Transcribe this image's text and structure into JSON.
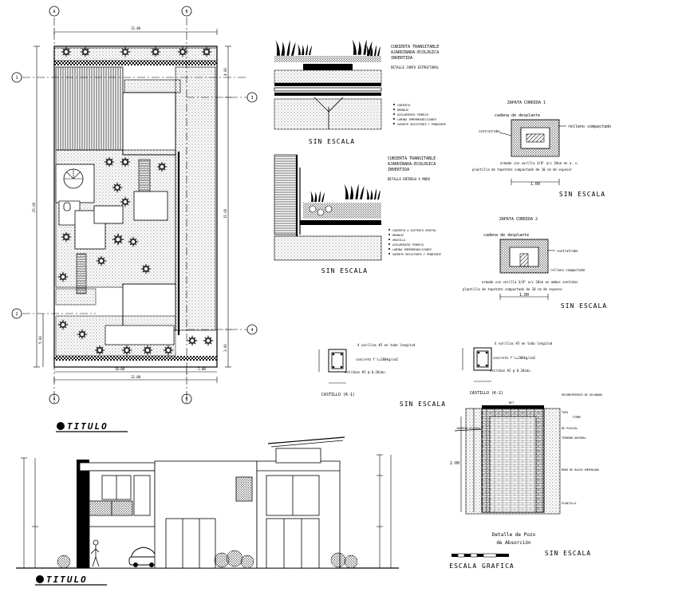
{
  "plan": {
    "axes": {
      "col_a": "A",
      "col_b": "B",
      "row_1": "1",
      "row_2": "2",
      "row_3": "3",
      "row_4": "4"
    },
    "dims": {
      "top_total": "12.00",
      "bottom_total": "12.00",
      "bottom_left": "10.00",
      "bottom_right": "2.00",
      "left_total": "25.00",
      "left_bottom": "5.00",
      "right_top": "4.00",
      "right_mid": "15.00",
      "right_bottom": "3.00"
    }
  },
  "detail_cubierta_1": {
    "title": "CUBIERTA TRANSITABLE",
    "subtitle": "AJARDINADA-ECOLOGICA",
    "subtitle2": "INVERTIDA",
    "note": "DETALLE JUNTA ESTRUCTURAL",
    "legend": [
      "CUBIERTA",
      "DRENAJE",
      "AISLAMIENTO TERMICO",
      "LAMINA IMPERMEABILIZANTE",
      "SOPORTE RESISTENTE Y PENDIENTE"
    ],
    "scale": "SIN ESCALA"
  },
  "detail_cubierta_2": {
    "title": "CUBIERTA TRANSITABLE",
    "subtitle": "AJARDINADA-ECOLOGICA",
    "subtitle2": "INVERTIDA",
    "note": "DETALLE ENTREGA A MURO",
    "legend": [
      "CUBIERTA & SUSTRATO VEGETAL",
      "DRENAJE",
      "GRAVILLA",
      "AISLAMIENTO TERMICO",
      "LAMINA IMPERMEABILIZANTE",
      "SOPORTE RESISTENTE Y PENDIENTE"
    ],
    "scale": "SIN ESCALA"
  },
  "zapata_1": {
    "title": "ZAPATA CORRIDA 1",
    "cadena": "cadena de desplante",
    "contratrabe": "contratrabe",
    "relleno": "relleno compactado",
    "armado": "armado con varilla 3/8\" a/c 20cm en a. s.",
    "plantilla": "plantilla de tepetate compactado de 10 cm de espesor",
    "dim": "1.00",
    "scale": "SIN ESCALA"
  },
  "zapata_2": {
    "title": "ZAPATA CORRIDA 2",
    "cadena": "cadena de desplante",
    "contratrabe": "contratrabe",
    "relleno": "relleno compactado",
    "armado": "armado con varilla 3/8\" a/c 20cm en ambos sentidos",
    "plantilla": "plantilla de tepetate compactado de 10 cm de espesor",
    "dim": "1.00",
    "scale": "SIN ESCALA"
  },
  "castillos": {
    "k1": {
      "varillas": "4 varillas #3 en toda longitud",
      "concreto": "concreto f'c=200kg/cm2",
      "estribos": "estribos #2 @ 0.20cms.",
      "title": "CASTILLO (K-1)"
    },
    "k2": {
      "varillas": "4 varillas #3 en toda longitud",
      "concreto": "concreto f'c=200kg/cm2",
      "estribos": "estribos #2 @ 0.20cms.",
      "title": "CASTILLO (K-2)"
    },
    "scale": "SIN ESCALA"
  },
  "pozo": {
    "labels": {
      "recubrimiento": "RECUBRIMIENTO DE APLANADO",
      "nivel": "NPT",
      "tapa": "TAPA",
      "firme": "FIRME",
      "ingreso": "INGRESO PLUVIAL",
      "tubo": "DE PLUVIAL",
      "terreno": "TERRENO NATURAL",
      "muro": "MURO DE BLOCK HUMINLADA",
      "plantilla": "PLANTILLA"
    },
    "dim": "2.00",
    "title1": "Detalle de Pozo",
    "title2": "de Absorción",
    "scale": "SIN ESCALA"
  },
  "titles": {
    "plan": "TITULO",
    "elevation": "TITULO",
    "escala_grafica": "ESCALA GRAFICA"
  }
}
